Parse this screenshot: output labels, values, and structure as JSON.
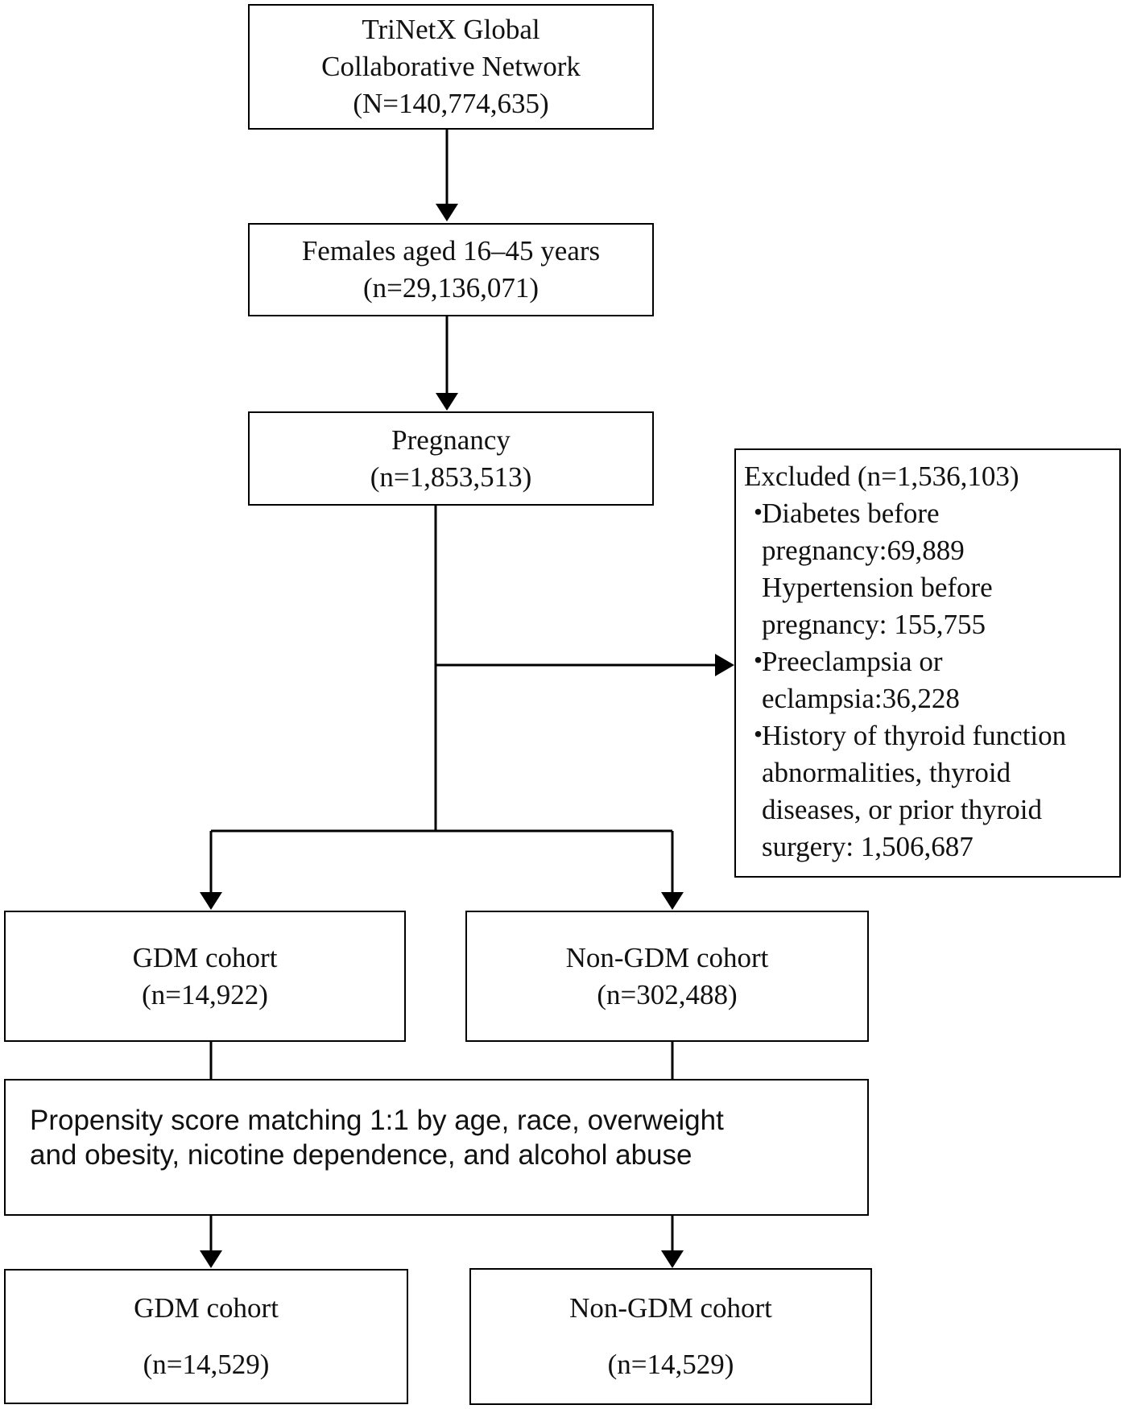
{
  "nodes": {
    "network": {
      "lines": [
        "TriNetX Global",
        "Collaborative  Network",
        "(N=140,774,635)"
      ]
    },
    "females": {
      "lines": [
        "Females aged 16–45 years",
        "(n=29,136,071)"
      ]
    },
    "pregnancy": {
      "lines": [
        "Pregnancy",
        "(n=1,853,513)"
      ]
    },
    "excluded": {
      "title": "Excluded  (n=1,536,103)",
      "bullet": "・",
      "items": [
        {
          "bullet": true,
          "text": "Diabetes before"
        },
        {
          "bullet": false,
          "text": "pregnancy:69,889"
        },
        {
          "bullet": false,
          "text": "Hypertension  before"
        },
        {
          "bullet": false,
          "text": "pregnancy: 155,755"
        },
        {
          "bullet": true,
          "text": "Preeclampsia   or"
        },
        {
          "bullet": false,
          "text": "eclampsia:36,228"
        },
        {
          "bullet": true,
          "text": "History  of thyroid  function"
        },
        {
          "bullet": false,
          "text": "abnormalities,  thyroid"
        },
        {
          "bullet": false,
          "text": "diseases,  or prior thyroid"
        },
        {
          "bullet": false,
          "text": "surgery:  1,506,687"
        }
      ]
    },
    "gdm_before": {
      "lines": [
        "GDM cohort",
        "(n=14,922)"
      ]
    },
    "nongdm_before": {
      "lines": [
        "Non-GDM cohort",
        "(n=302,488)"
      ]
    },
    "psm": {
      "lines": [
        "Propensity score matching 1:1 by age, race, overweight",
        "and obesity, nicotine dependence, and alcohol abuse"
      ]
    },
    "gdm_after": {
      "lines": [
        "GDM cohort",
        "(n=14,529)"
      ]
    },
    "nongdm_after": {
      "lines": [
        "Non-GDM cohort",
        "(n=14,529)"
      ]
    }
  },
  "edges": [
    {
      "from": "network",
      "to": "females"
    },
    {
      "from": "females",
      "to": "pregnancy"
    },
    {
      "from": "pregnancy",
      "to": "excluded"
    },
    {
      "from": "pregnancy",
      "to": "gdm_before"
    },
    {
      "from": "pregnancy",
      "to": "nongdm_before"
    },
    {
      "from": "gdm_before",
      "to": "psm"
    },
    {
      "from": "nongdm_before",
      "to": "psm"
    },
    {
      "from": "psm",
      "to": "gdm_after"
    },
    {
      "from": "psm",
      "to": "nongdm_after"
    }
  ]
}
